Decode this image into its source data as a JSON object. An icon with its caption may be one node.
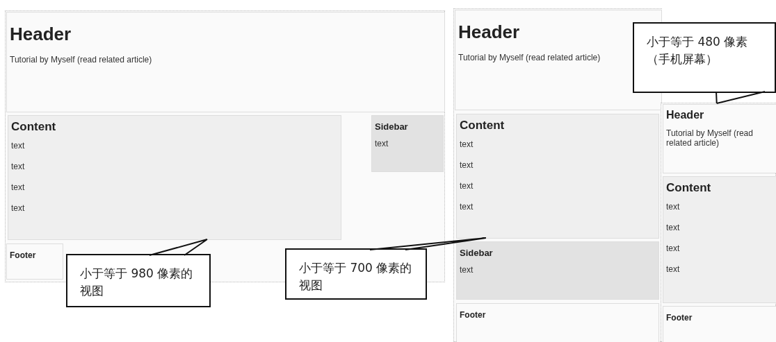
{
  "diagram": {
    "nodes": [
      {
        "text": [],
        "shape": "box"
      },
      {
        "text": [
          "Header",
          "Tutorial by Myself (read related article)"
        ],
        "in": 0
      },
      {
        "text": [
          "Content",
          "text",
          "text",
          "text",
          "text"
        ],
        "in": 0
      },
      {
        "text": [
          "Sidebar",
          "text"
        ],
        "in": 0
      },
      {
        "text": [
          "Footer"
        ],
        "in": 0
      },
      {
        "text": [],
        "shape": "box"
      },
      {
        "text": [
          "Header",
          "Tutorial by Myself (read related article)"
        ],
        "in": 5
      },
      {
        "text": [
          "Content",
          "text",
          "text",
          "text",
          "text"
        ],
        "in": 5
      },
      {
        "text": [
          "Sidebar",
          "text"
        ],
        "in": 5
      },
      {
        "text": [
          "Footer"
        ],
        "in": 5
      },
      {
        "text": [],
        "shape": "box"
      },
      {
        "text": [
          "Header",
          "Tutorial by Myself (read related article)"
        ],
        "in": 10
      },
      {
        "text": [
          "Content",
          "text",
          "text",
          "text",
          "text"
        ],
        "in": 10
      },
      {
        "text": [
          "Footer"
        ],
        "in": 10
      },
      {
        "text": [
          "小于等于 980 像素的视图"
        ]
      },
      {
        "text": [
          "小于等于 700 像素的视图"
        ]
      },
      {
        "text": [
          "小于等于 480 像素（手机屏幕）"
        ]
      }
    ],
    "edges": [
      {
        "from": 14,
        "to": 2,
        "arrow": "none"
      },
      {
        "from": 15,
        "to": 7,
        "arrow": "none"
      },
      {
        "from": 16,
        "to": 11,
        "arrow": "none"
      }
    ]
  }
}
